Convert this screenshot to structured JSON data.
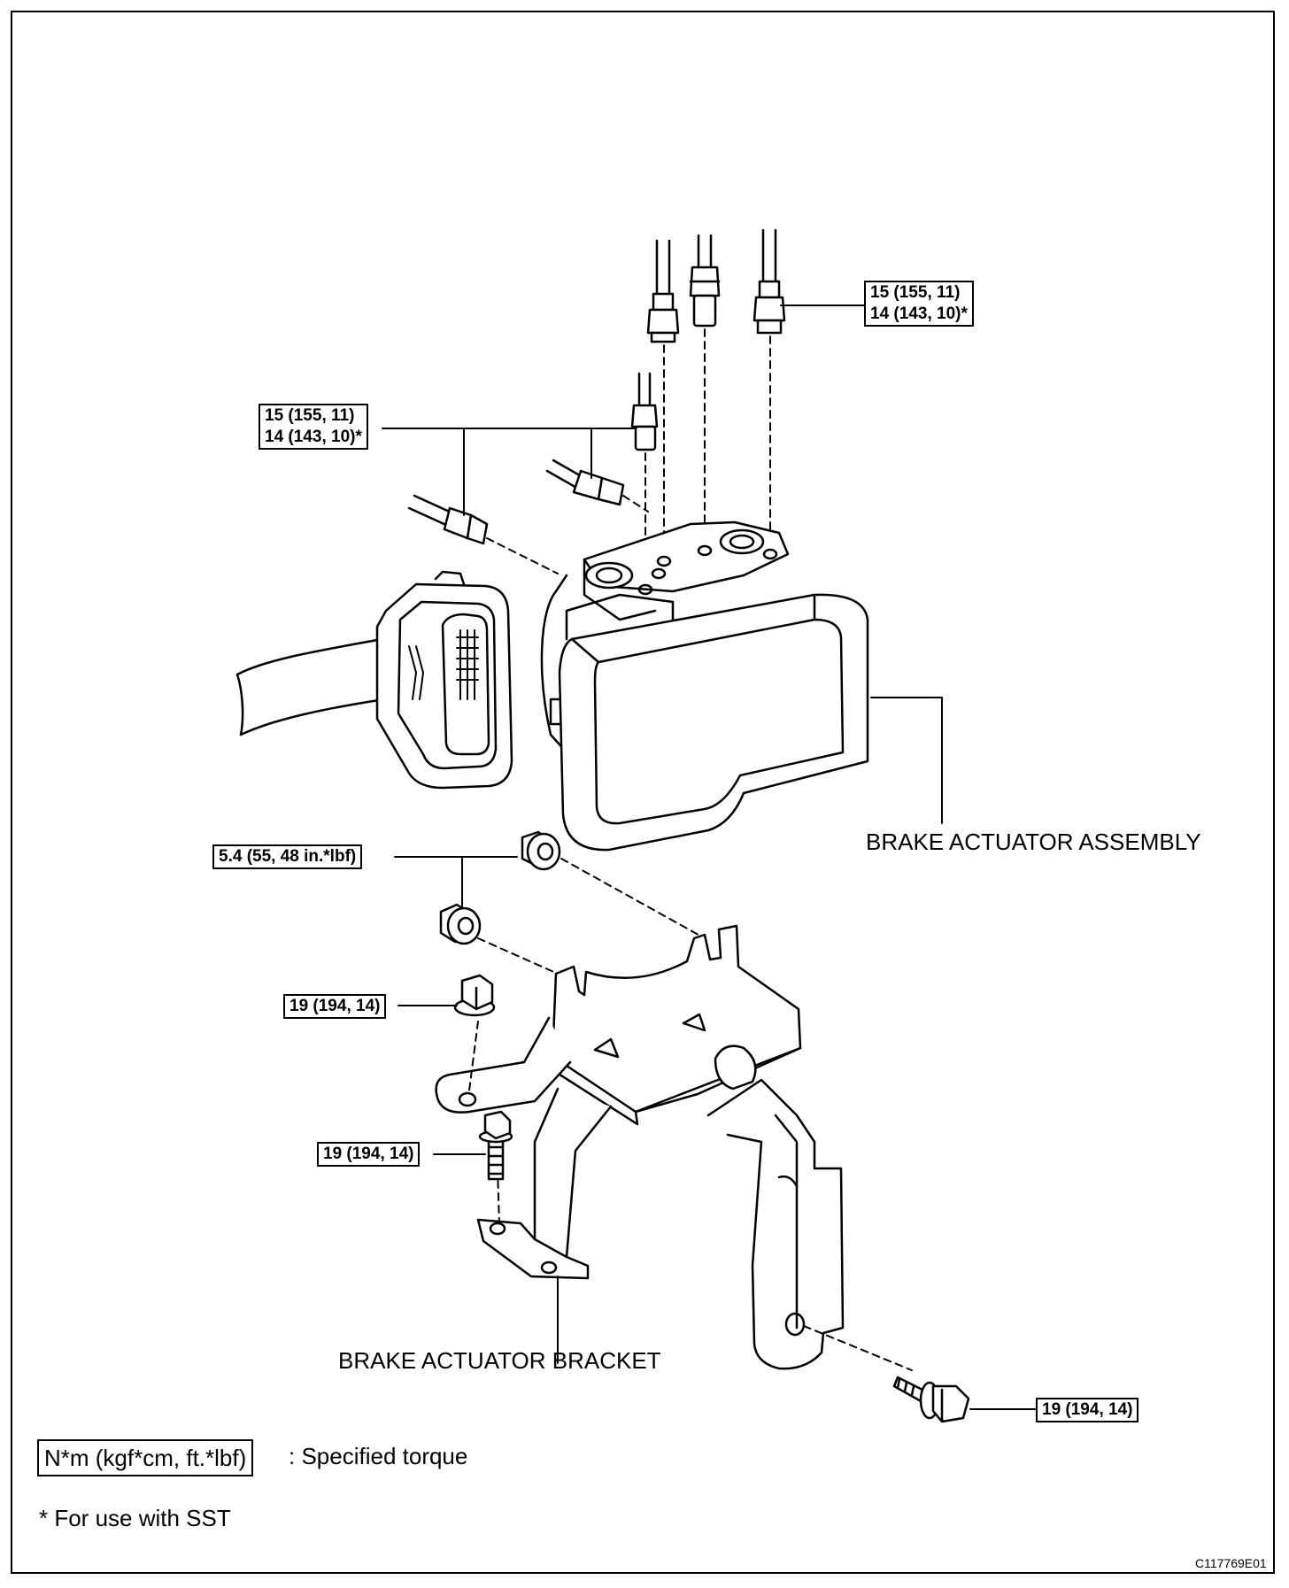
{
  "callouts": {
    "fitting_right_line1": "15 (155, 11)",
    "fitting_right_line2": "14 (143, 10)*",
    "fitting_left_line1": "15 (155, 11)",
    "fitting_left_line2": "14 (143, 10)*",
    "bracket_nut": "5.4 (55, 48 in.*lbf)",
    "bolt_upper": "19 (194, 14)",
    "bolt_middle": "19 (194, 14)",
    "bolt_lower": "19 (194, 14)"
  },
  "labels": {
    "actuator": "BRAKE ACTUATOR ASSEMBLY",
    "bracket": "BRAKE ACTUATOR BRACKET"
  },
  "legend": {
    "unit_box": "N*m (kgf*cm, ft.*lbf)",
    "unit_text": ": Specified torque",
    "note": "* For use with SST"
  },
  "illustration_code": "C117769E01"
}
